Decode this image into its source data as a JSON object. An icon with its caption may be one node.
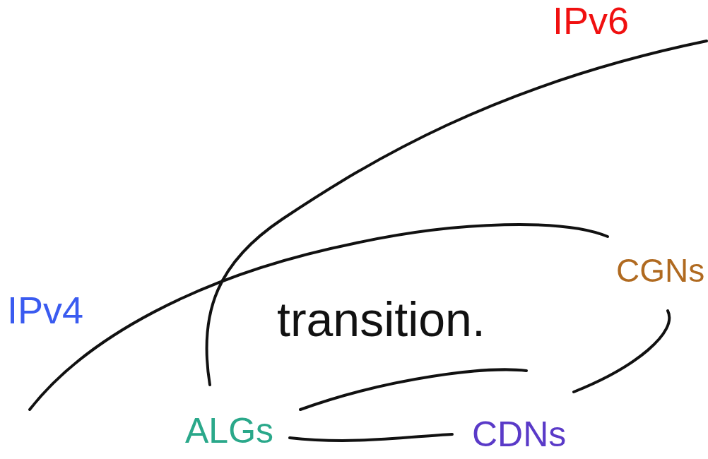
{
  "diagram": {
    "labels": [
      "IPv6",
      "IPv4",
      "transition.",
      "CGNs",
      "ALGs",
      "CDNs"
    ]
  }
}
